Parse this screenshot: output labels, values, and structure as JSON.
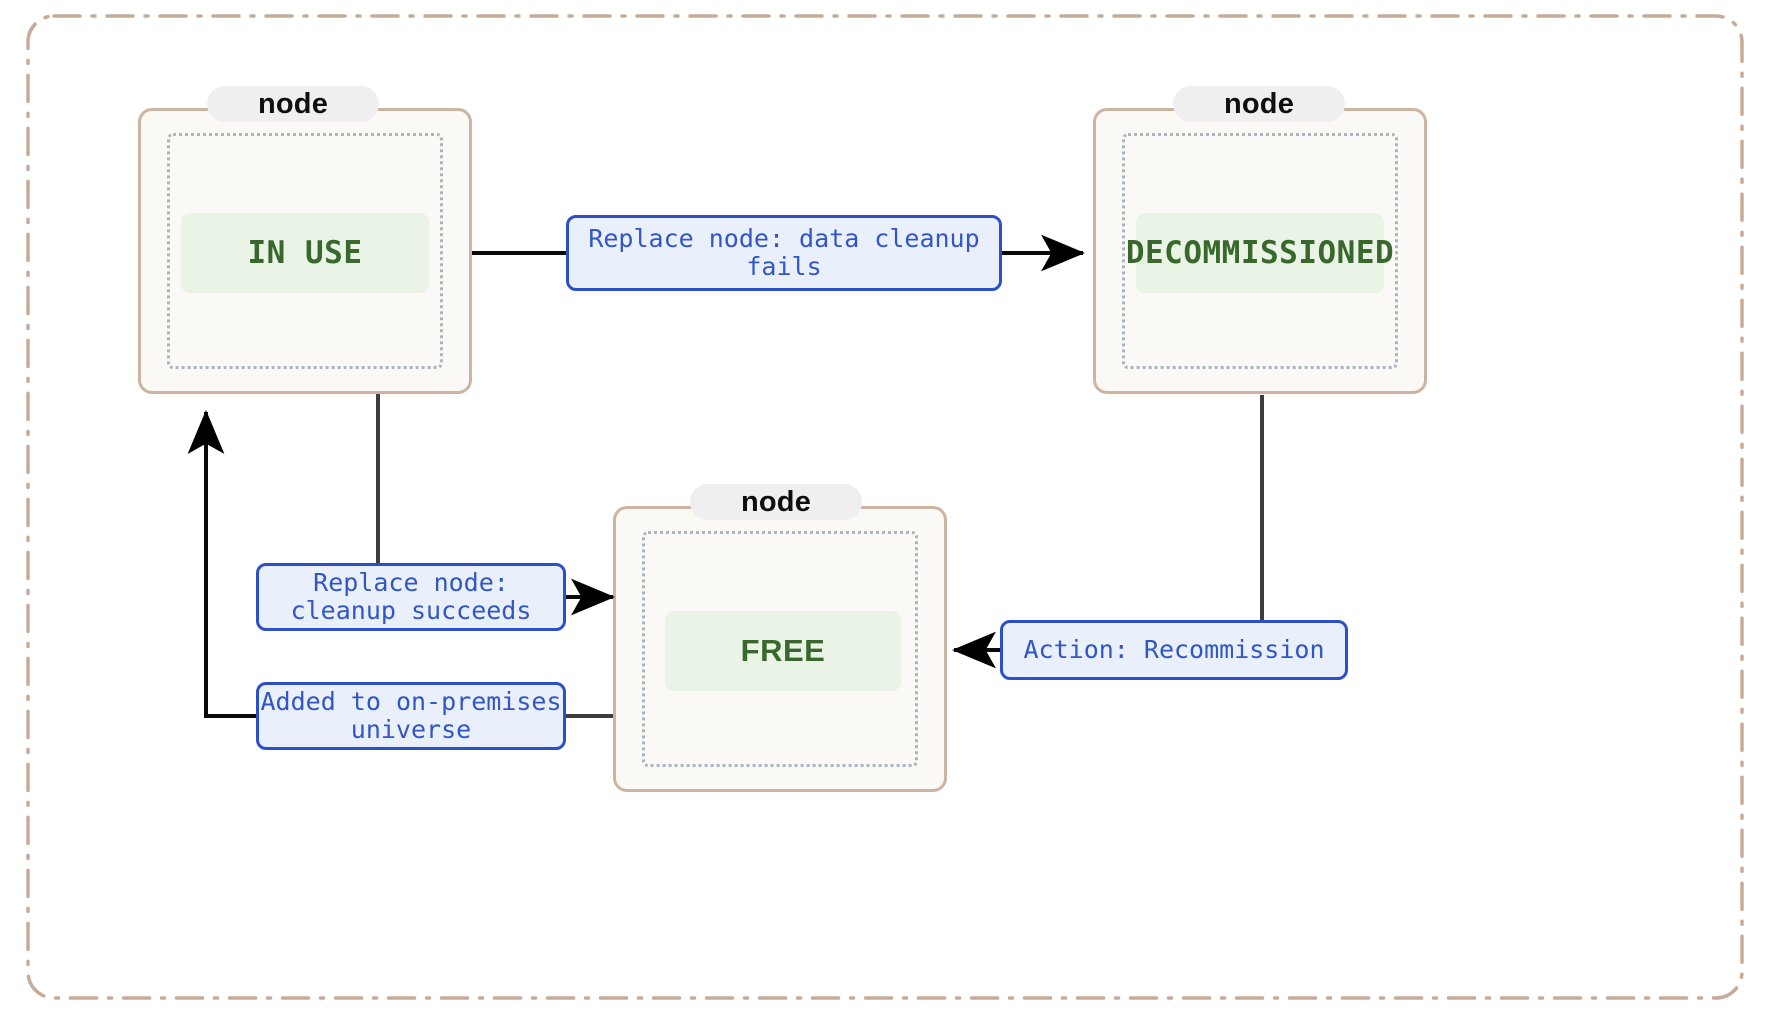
{
  "diagram": {
    "type": "state-diagram",
    "title": "",
    "colors": {
      "frame_border": "#c8ab97",
      "node_border": "#cdb4a1",
      "node_fill": "#fbf9f6",
      "node_inner_border": "#a8b6c4",
      "node_tab_fill": "#efefef",
      "state_chip_fill": "#e9f3e6",
      "state_text": "#39682c",
      "label_border": "#2b50c8",
      "label_fill": "#e9effb",
      "label_text": "#3257c4",
      "arrow": "#000000",
      "connector": "#3d3d3d"
    },
    "nodes": [
      {
        "id": "in-use",
        "tab": "node",
        "state": "IN USE",
        "font": "mono"
      },
      {
        "id": "decommissioned",
        "tab": "node",
        "state": "DECOMMISSIONED",
        "font": "mono"
      },
      {
        "id": "free",
        "tab": "node",
        "state": "FREE",
        "font": "sans"
      }
    ],
    "transitions": [
      {
        "id": "in-use-to-decommissioned",
        "label": "Replace node: data cleanup\nfails",
        "from": "IN USE",
        "to": "DECOMMISSIONED"
      },
      {
        "id": "in-use-to-free",
        "label": "Replace node:\ncleanup succeeds",
        "from": "IN USE",
        "to": "FREE"
      },
      {
        "id": "free-to-in-use",
        "label": "Added to on-premises\nuniverse",
        "from": "FREE",
        "to": "IN USE"
      },
      {
        "id": "decommissioned-to-free",
        "label": "Action: Recommission",
        "from": "DECOMMISSIONED",
        "to": "FREE"
      }
    ]
  }
}
